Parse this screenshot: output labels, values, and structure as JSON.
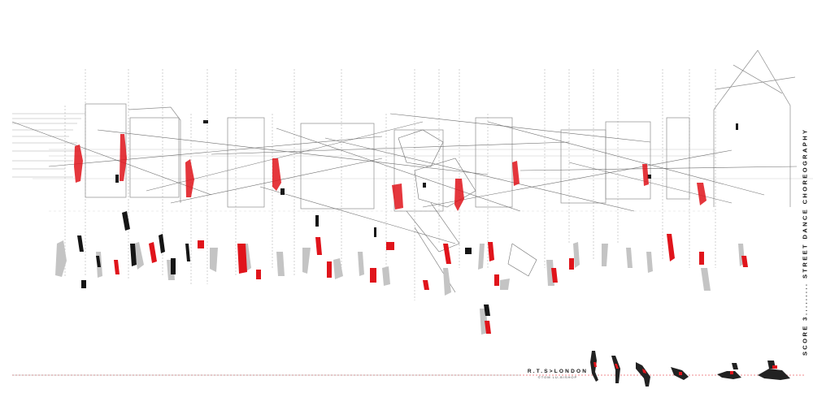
{
  "title": {
    "score": "SCORE 3",
    "dots": ".........",
    "subject": "STREET DANCE CHOREOGRAPHY"
  },
  "credit": {
    "main": "R.T.S>LONDON",
    "sub": "©TOM LU-BISHOP"
  },
  "palette": {
    "accent": "#e0141b",
    "ink": "#1a1a1a",
    "line": "#9a9a9a",
    "shadow": "#c4c4c4"
  }
}
